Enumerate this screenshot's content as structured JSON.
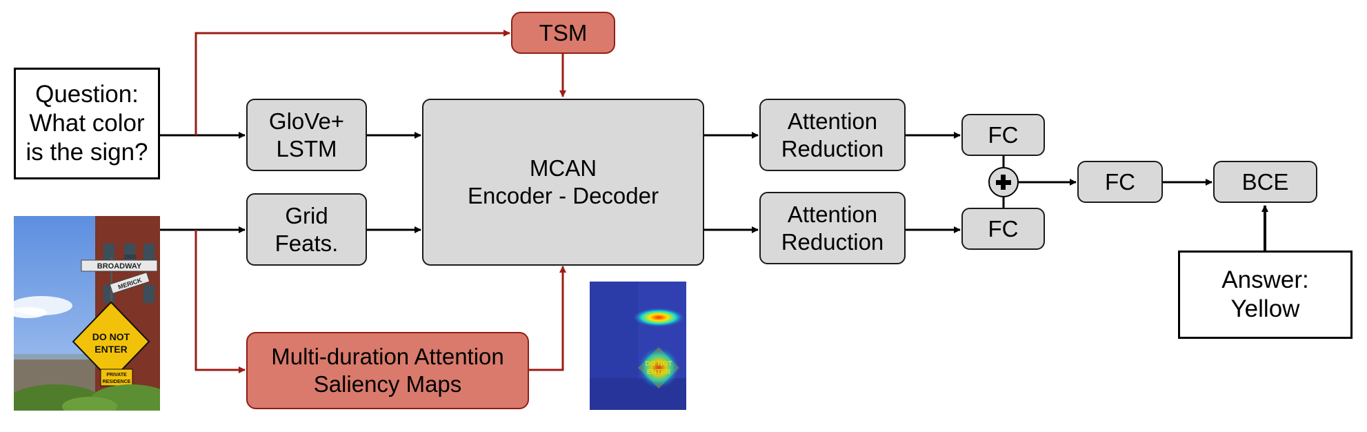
{
  "diagram": {
    "nodes": {
      "question": {
        "lines": [
          "Question:",
          "What color",
          "is the sign?"
        ]
      },
      "glove_lstm": {
        "lines": [
          "GloVe+",
          "LSTM"
        ]
      },
      "grid_feats": {
        "lines": [
          "Grid",
          "Feats."
        ]
      },
      "tsm": {
        "label": "TSM"
      },
      "mcan": {
        "lines": [
          "MCAN",
          "Encoder - Decoder"
        ]
      },
      "saliency": {
        "lines": [
          "Multi-duration Attention",
          "Saliency Maps"
        ]
      },
      "attention_reduction_top": {
        "lines": [
          "Attention",
          "Reduction"
        ]
      },
      "attention_reduction_bottom": {
        "lines": [
          "Attention",
          "Reduction"
        ]
      },
      "fc_top": {
        "label": "FC"
      },
      "fc_bottom": {
        "label": "FC"
      },
      "fc_merge": {
        "label": "FC"
      },
      "bce": {
        "label": "BCE"
      },
      "answer": {
        "lines": [
          "Answer:",
          "Yellow"
        ]
      }
    },
    "input_image": {
      "sign_top": "BROADWAY",
      "sign_cross": "MERICK",
      "sign_main": [
        "DO NOT",
        "ENTER"
      ],
      "sign_small": [
        "PRIVATE",
        "RESIDENCE"
      ],
      "block_number": "1800"
    },
    "saliency_image": {
      "sign_main": [
        "DO NOT",
        "ENTER"
      ]
    },
    "operators": {
      "sum": "+"
    },
    "colors": {
      "gray_fill": "#d9d9d9",
      "red_fill": "#d97a6c",
      "red_arrow": "#9b1c14",
      "black_arrow": "#000000"
    }
  }
}
